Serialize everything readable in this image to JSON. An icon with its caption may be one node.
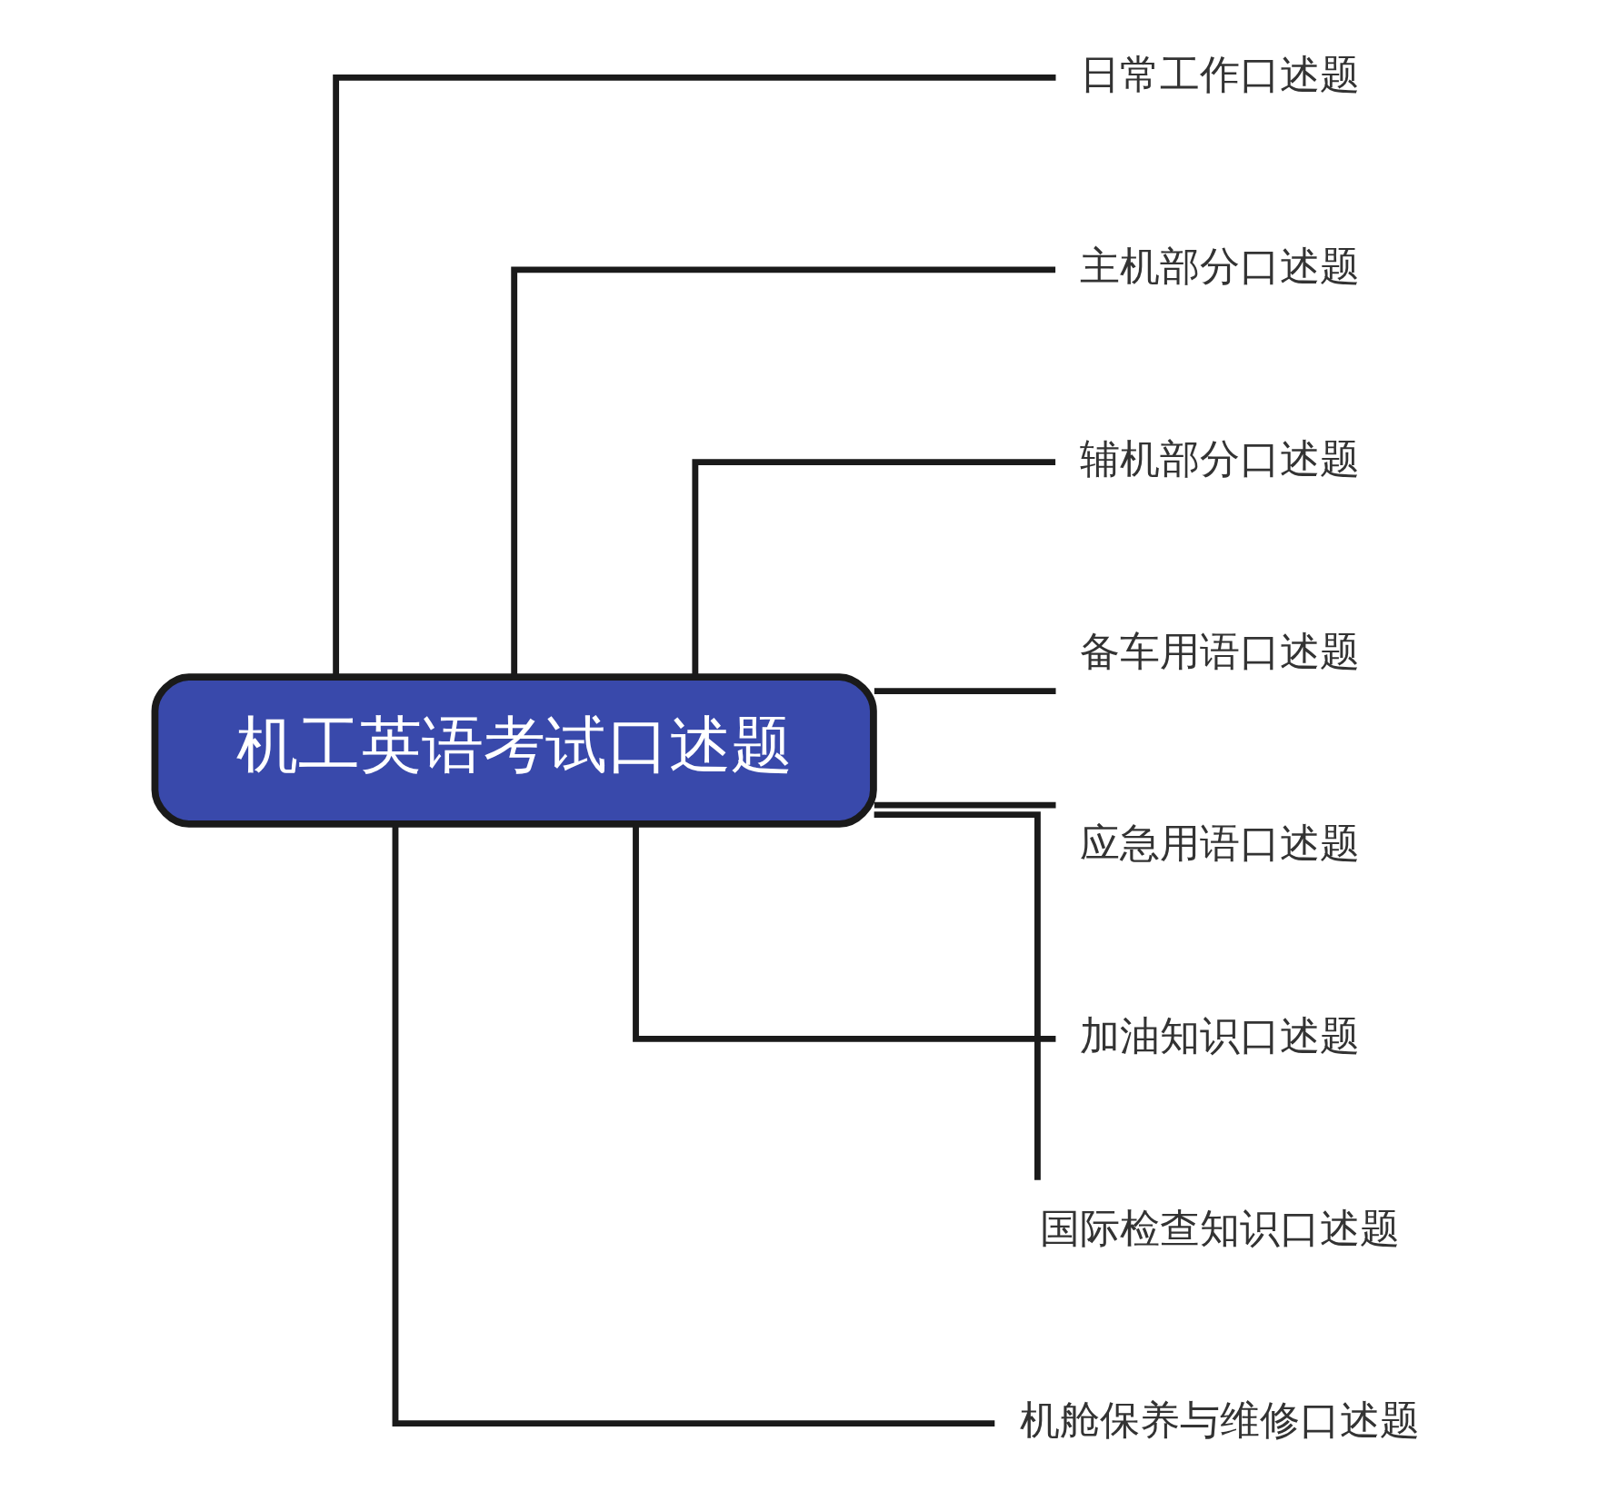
{
  "diagram": {
    "nodes": [
      {
        "text": [
          "机工英语考试口述题"
        ]
      },
      {
        "text": [
          "日常工作口述题"
        ]
      },
      {
        "text": [
          "主机部分口述题"
        ]
      },
      {
        "text": [
          "辅机部分口述题"
        ]
      },
      {
        "text": [
          "备车用语口述题"
        ]
      },
      {
        "text": [
          "应急用语口述题"
        ]
      },
      {
        "text": [
          "加油知识口述题"
        ]
      },
      {
        "text": [
          "国际检查知识口述题"
        ]
      },
      {
        "text": [
          "机舱保养与维修口述题"
        ]
      }
    ],
    "edges": [
      {
        "from": 0,
        "to": 1,
        "arrow": "none"
      },
      {
        "from": 0,
        "to": 2,
        "arrow": "none"
      },
      {
        "from": 0,
        "to": 3,
        "arrow": "none"
      },
      {
        "from": 0,
        "to": 4,
        "arrow": "none"
      },
      {
        "from": 0,
        "to": 5,
        "arrow": "none"
      },
      {
        "from": 0,
        "to": 6,
        "arrow": "none"
      },
      {
        "from": 0,
        "to": 7,
        "arrow": "none"
      },
      {
        "from": 0,
        "to": 8,
        "arrow": "none"
      }
    ]
  }
}
